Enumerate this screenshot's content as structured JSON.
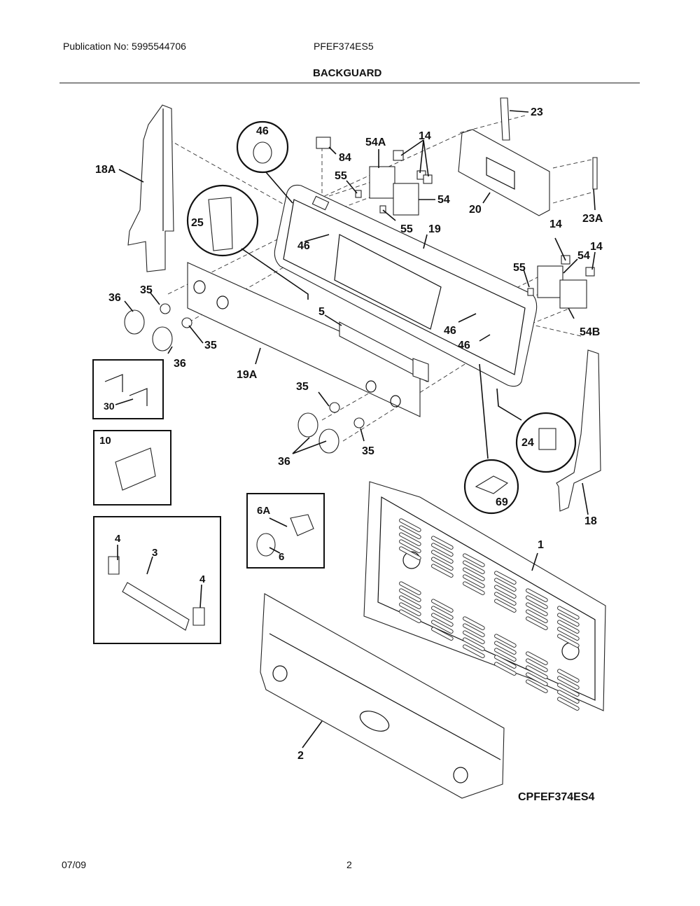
{
  "header": {
    "publication": "Publication No: 5995544706",
    "model": "PFEF374ES5",
    "section_title": "BACKGUARD"
  },
  "footer": {
    "date": "07/09",
    "page_number": "2",
    "diagram_code": "CPFEF374ES4"
  },
  "callouts": {
    "c18A": "18A",
    "c46_top": "46",
    "c84": "84",
    "c54A": "54A",
    "c14_top": "14",
    "c23": "23",
    "c55_a": "55",
    "c54_a": "54",
    "c55_b": "55",
    "c19": "19",
    "c20": "20",
    "c23A": "23A",
    "c25": "25",
    "c46_a": "46",
    "c14_b": "14",
    "c14_c": "14",
    "c54_b": "54",
    "c55_c": "55",
    "c36_a": "36",
    "c35_a": "35",
    "c5": "5",
    "c46_b": "46",
    "c54B": "54B",
    "c46_c": "46",
    "c35_b": "35",
    "c36_b": "36",
    "c19A": "19A",
    "c30": "30",
    "c35_c": "35",
    "c10": "10",
    "c24": "24",
    "c36_c": "36",
    "c35_d": "35",
    "c69": "69",
    "c6A": "6A",
    "c18": "18",
    "c1": "1",
    "c4_a": "4",
    "c3": "3",
    "c6": "6",
    "c4_b": "4",
    "c2": "2"
  }
}
